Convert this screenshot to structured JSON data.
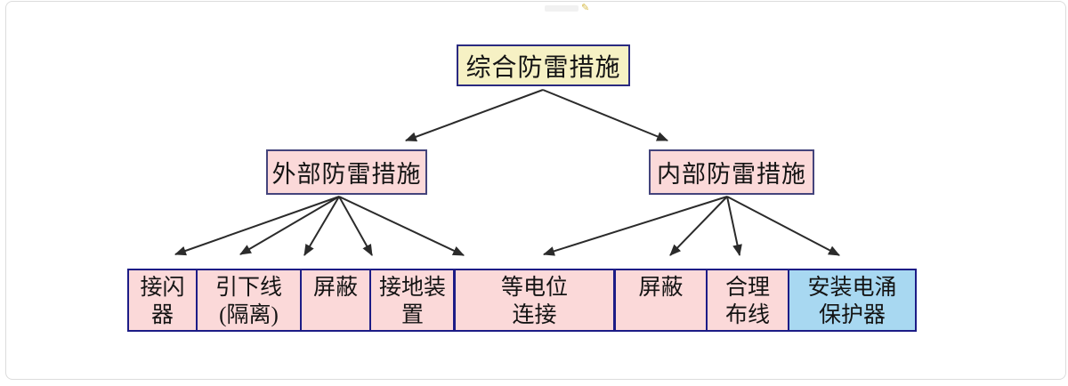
{
  "diagram": {
    "title": "综合防雷措施",
    "root": {
      "label": "综合防雷措施"
    },
    "level2": [
      {
        "id": "external",
        "label": "外部防雷措施"
      },
      {
        "id": "internal",
        "label": "内部防雷措施"
      }
    ],
    "level3": [
      {
        "label": "接闪\n器",
        "variant": "pink",
        "parent": "external"
      },
      {
        "label": "引下线\n(隔离)",
        "variant": "pink",
        "parent": "external"
      },
      {
        "label": "屏蔽",
        "variant": "pink",
        "parent": "external"
      },
      {
        "label": "接地装\n置",
        "variant": "pink",
        "parent": "external"
      },
      {
        "label": "等电位\n连接",
        "variant": "pink",
        "parent": "external+internal"
      },
      {
        "label": "屏蔽",
        "variant": "pink",
        "parent": "internal"
      },
      {
        "label": "合理\n布线",
        "variant": "pink",
        "parent": "internal"
      },
      {
        "label": "安装电涌\n保护器",
        "variant": "blue",
        "parent": "internal"
      }
    ],
    "watermark": {
      "glyph": "✎"
    },
    "colors": {
      "root_fill": "#f6f1c4",
      "pink_fill": "#fbd9d9",
      "blue_fill": "#a8d8f1",
      "box_border": "#1c1c86",
      "arrow": "#2b2b2b"
    }
  }
}
